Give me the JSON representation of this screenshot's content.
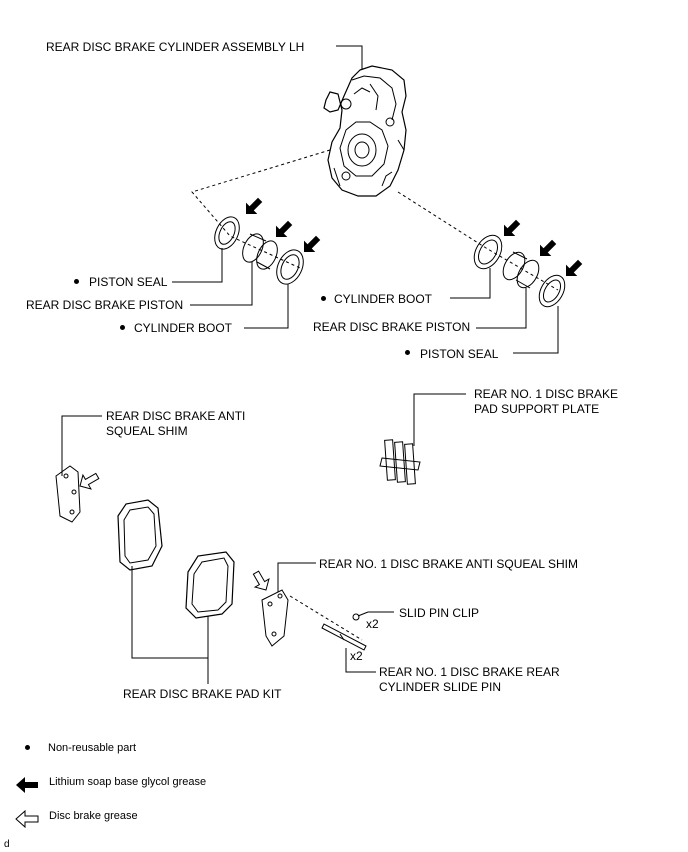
{
  "labels": {
    "assembly": "REAR DISC BRAKE CYLINDER ASSEMBLY LH",
    "piston_seal_left": "PISTON SEAL",
    "piston_left": "REAR DISC BRAKE PISTON",
    "boot_left": "CYLINDER BOOT",
    "boot_right": "CYLINDER BOOT",
    "piston_right": "REAR DISC BRAKE PISTON",
    "piston_seal_right": "PISTON SEAL",
    "support_plate": "REAR NO. 1 DISC BRAKE\nPAD SUPPORT PLATE",
    "anti_squeal_shim": "REAR DISC BRAKE ANTI\nSQUEAL SHIM",
    "no1_anti_squeal_shim": "REAR NO. 1 DISC BRAKE ANTI SQUEAL SHIM",
    "slide_pin_clip": "SLID PIN CLIP",
    "qty_clip": "x2",
    "qty_pin": "x2",
    "slide_pin": "REAR NO. 1 DISC BRAKE REAR\nCYLINDER SLIDE PIN",
    "pad_kit": "REAR DISC BRAKE PAD KIT"
  },
  "legend": {
    "non_reusable": "Non-reusable part",
    "lithium": "Lithium soap base glycol grease",
    "disc_grease": "Disc brake grease"
  },
  "corner_mark": "d"
}
